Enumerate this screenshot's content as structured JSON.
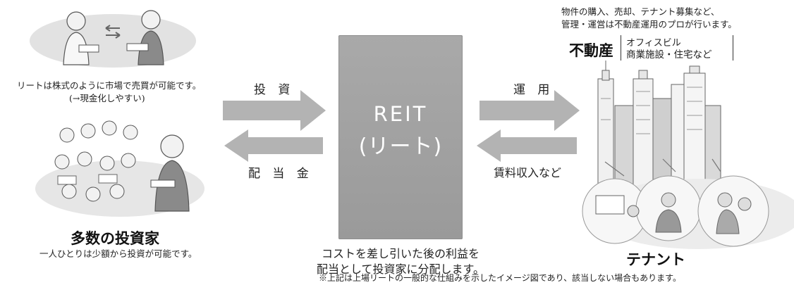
{
  "left": {
    "market_note_line1": "リートは株式のように市場で売買が可能です。",
    "market_note_line2": "(→現金化しやすい)",
    "investors_title": "多数の投資家",
    "investors_subtitle": "一人ひとりは少額から投資が可能です。"
  },
  "center": {
    "reit_label_line1": "REIT",
    "reit_label_line2": "(リート)",
    "caption_line1": "コストを差し引いた後の利益を",
    "caption_line2": "配当として投資家に分配します。"
  },
  "arrows": {
    "invest": "投 資",
    "dividend": "配 当 金",
    "operate": "運 用",
    "rent": "賃料収入など"
  },
  "right": {
    "pro_note_line1": "物件の購入、売却、テナント募集など、",
    "pro_note_line2": "管理・運営は不動産運用のプロが行います。",
    "real_estate_title": "不動産",
    "real_estate_types_line1": "オフィスビル",
    "real_estate_types_line2": "商業施設・住宅など",
    "tenant_title": "テナント"
  },
  "footnote": "※上記は上場リートの一般的な仕組みを示したイメージ図であり、該当しない場合もあります。",
  "colors": {
    "arrow": "#b3b3b3",
    "reit_box": "#a3a3a3"
  }
}
